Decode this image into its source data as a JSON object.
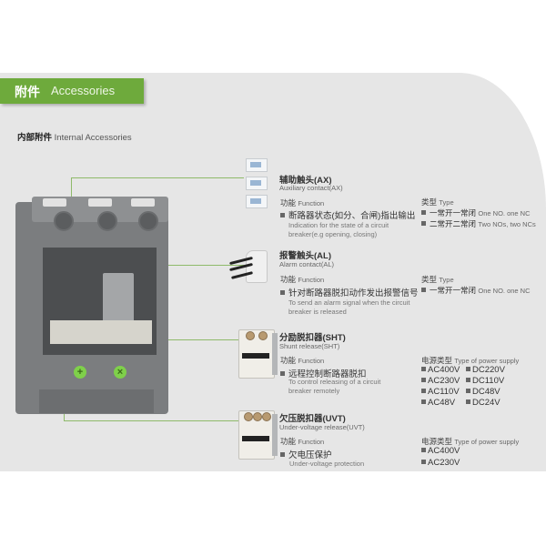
{
  "header": {
    "banner_zh": "附件",
    "banner_en": "Accessories",
    "section_zh": "内部附件",
    "section_en": "Internal Accessories",
    "accent_color": "#6eaa3c"
  },
  "accessories": [
    {
      "name_zh": "辅助触头(AX)",
      "name_en": "Auxiliary contact(AX)",
      "function_zh": "功能",
      "function_en": "Function",
      "bullet_zh": "断路器状态(如分、合闸)指出输出",
      "desc_en": "Indication for the state of a circuit breaker(e.g opening, closing)",
      "type_zh": "类型",
      "type_en": "Type",
      "types": [
        {
          "zh": "一常开一常闭",
          "en": "One NO. one NC"
        },
        {
          "zh": "二常开二常闭",
          "en": "Two NOs, two NCs"
        }
      ]
    },
    {
      "name_zh": "报警触头(AL)",
      "name_en": "Alarm contact(AL)",
      "function_zh": "功能",
      "function_en": "Function",
      "bullet_zh": "针对断路器脱扣动作发出报警信号",
      "desc_en": "To send an alarm signal when the circuit breaker is released",
      "type_zh": "类型",
      "type_en": "Type",
      "types": [
        {
          "zh": "一常开一常闭",
          "en": "One NO. one NC"
        }
      ]
    },
    {
      "name_zh": "分励脱扣器(SHT)",
      "name_en": "Shunt release(SHT)",
      "function_zh": "功能",
      "function_en": "Function",
      "bullet_zh": "远程控制断路器脱扣",
      "desc_en": "To control releasing of a circuit breaker remotely",
      "supply_zh": "电源类型",
      "supply_en": "Type of power supply",
      "voltages_ac": [
        "AC400V",
        "AC230V",
        "AC110V",
        "AC48V"
      ],
      "voltages_dc": [
        "DC220V",
        "DC110V",
        "DC48V",
        "DC24V"
      ]
    },
    {
      "name_zh": "欠压脱扣器(UVT)",
      "name_en": "Under-voltage release(UVT)",
      "function_zh": "功能",
      "function_en": "Function",
      "bullet_zh": "欠电压保护",
      "desc_en": "Under-voltage protection",
      "supply_zh": "电源类型",
      "supply_en": "Type of power supply",
      "voltages_ac": [
        "AC400V",
        "AC230V"
      ]
    }
  ]
}
